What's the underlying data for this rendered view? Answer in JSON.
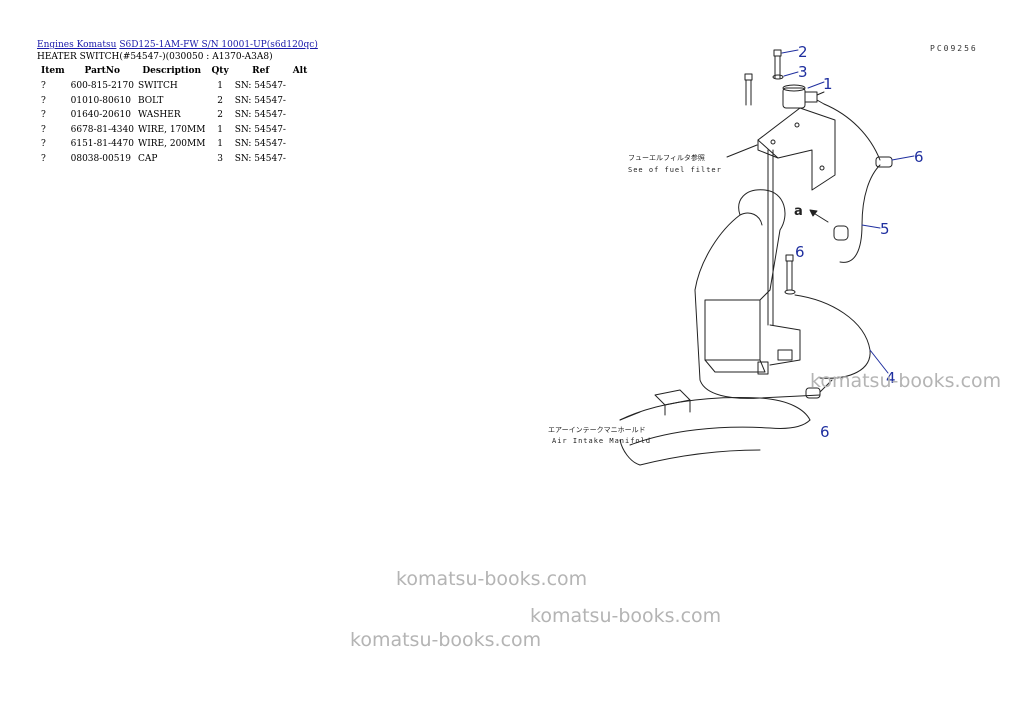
{
  "breadcrumb": {
    "link1": "Engines Komatsu",
    "link2": "S6D125-1AM-FW S/N 10001-UP(s6d120qc)"
  },
  "page_title": "HEATER SWITCH(#54547-)(030050 : A1370-A3A8)",
  "table": {
    "headers": [
      "Item",
      "PartNo",
      "Description",
      "Qty",
      "Ref",
      "Alt"
    ],
    "rows": [
      {
        "item": "?",
        "partno": "600-815-2170",
        "desc": "SWITCH",
        "qty": "1",
        "ref": "SN: 54547-",
        "alt": ""
      },
      {
        "item": "?",
        "partno": "01010-80610",
        "desc": "BOLT",
        "qty": "2",
        "ref": "SN: 54547-",
        "alt": ""
      },
      {
        "item": "?",
        "partno": "01640-20610",
        "desc": "WASHER",
        "qty": "2",
        "ref": "SN: 54547-",
        "alt": ""
      },
      {
        "item": "?",
        "partno": "6678-81-4340",
        "desc": "WIRE, 170MM",
        "qty": "1",
        "ref": "SN: 54547-",
        "alt": ""
      },
      {
        "item": "?",
        "partno": "6151-81-4470",
        "desc": "WIRE, 200MM",
        "qty": "1",
        "ref": "SN: 54547-",
        "alt": ""
      },
      {
        "item": "?",
        "partno": "08038-00519",
        "desc": "CAP",
        "qty": "3",
        "ref": "SN: 54547-",
        "alt": ""
      }
    ]
  },
  "diagram": {
    "code": "PC09256",
    "callouts": [
      "2",
      "3",
      "1",
      "6",
      "5",
      "6",
      "4",
      "6"
    ],
    "detail_label": "a",
    "label_fuel_jp": "フューエルフィルタ参照",
    "label_fuel_en": "See of fuel filter",
    "label_manifold_jp": "エアーインテークマニホールド",
    "label_manifold_en": "Air Intake Manifold",
    "callout_color": "#1f2f9f"
  },
  "watermarks": [
    "komatsu-books.com",
    "komatsu-books.com",
    "komatsu-books.com",
    "komatsu-books.com"
  ]
}
